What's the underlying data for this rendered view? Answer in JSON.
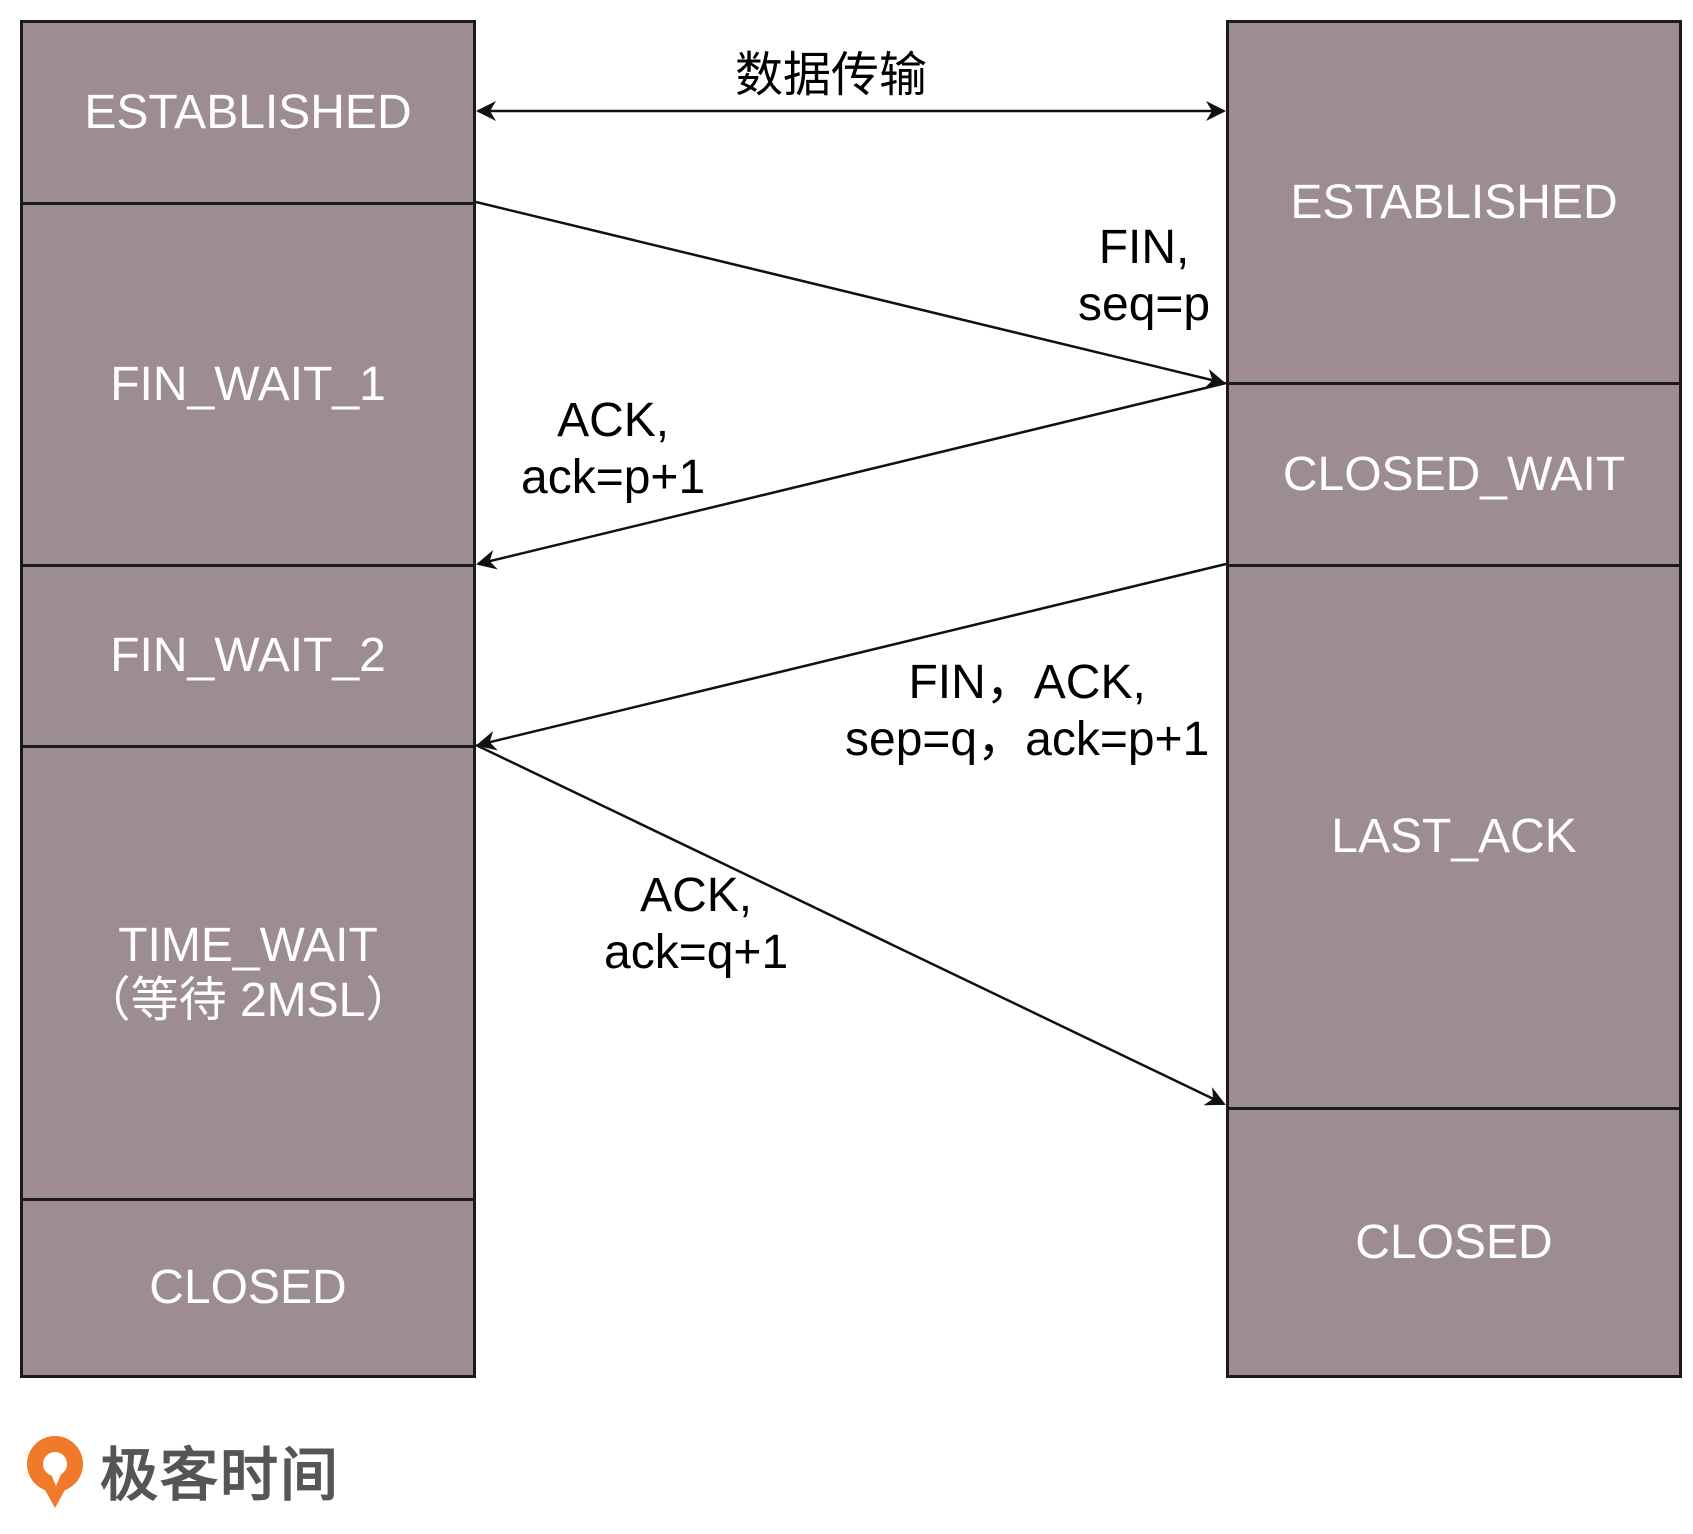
{
  "client": {
    "states": [
      "ESTABLISHED",
      "FIN_WAIT_1",
      "FIN_WAIT_2",
      "TIME_WAIT\n（等待 2MSL）",
      "CLOSED"
    ]
  },
  "server": {
    "states": [
      "ESTABLISHED",
      "CLOSED_WAIT",
      "LAST_ACK",
      "CLOSED"
    ]
  },
  "messages": {
    "data_transfer": "数据传输",
    "fin": "FIN,\nseq=p",
    "ack1": "ACK,\nack=p+1",
    "fin_ack": "FIN，ACK,\nsep=q，ack=p+1",
    "ack2": "ACK,\nack=q+1"
  },
  "brand": {
    "name": "极客时间"
  },
  "colors": {
    "state_fill": "#9d8c90",
    "state_text": "#ffffff",
    "line": "#1a1a1a",
    "brand_orange": "#f07a2a"
  }
}
